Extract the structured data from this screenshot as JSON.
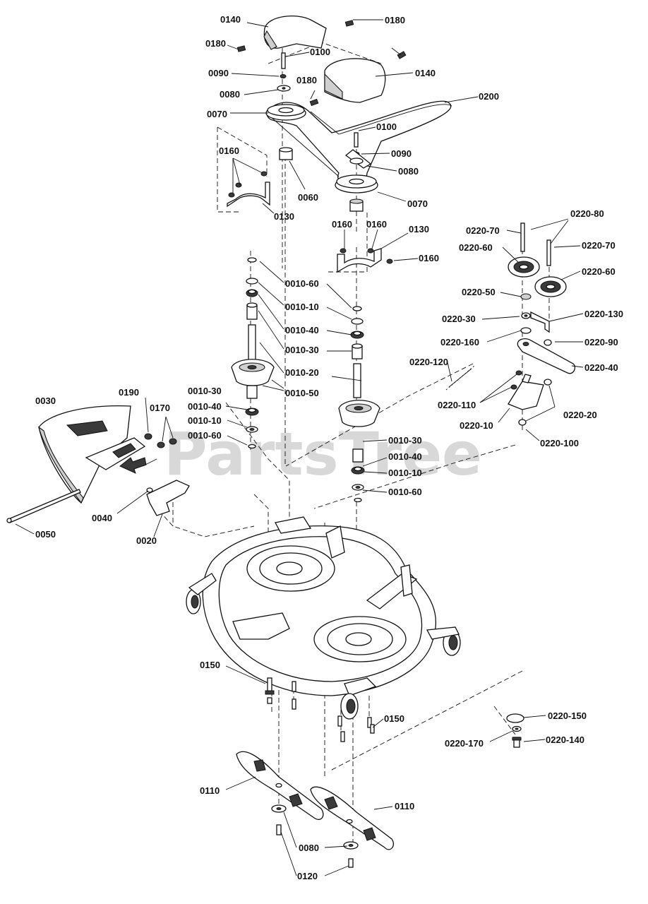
{
  "watermark": "PartsTree",
  "labels": [
    {
      "id": "l0140a",
      "text": "0140"
    },
    {
      "id": "l0180a",
      "text": "0180"
    },
    {
      "id": "l0180b",
      "text": "0180"
    },
    {
      "id": "l0100a",
      "text": "0100"
    },
    {
      "id": "l0090a",
      "text": "0090"
    },
    {
      "id": "l0180c",
      "text": "0180"
    },
    {
      "id": "l0140b",
      "text": "0140"
    },
    {
      "id": "l0080a",
      "text": "0080"
    },
    {
      "id": "l0070a",
      "text": "0070"
    },
    {
      "id": "l0200",
      "text": "0200"
    },
    {
      "id": "l0100b",
      "text": "0100"
    },
    {
      "id": "l0160a",
      "text": "0160"
    },
    {
      "id": "l0090b",
      "text": "0090"
    },
    {
      "id": "l0080b",
      "text": "0080"
    },
    {
      "id": "l0060",
      "text": "0060"
    },
    {
      "id": "l0070b",
      "text": "0070"
    },
    {
      "id": "l0130a",
      "text": "0130"
    },
    {
      "id": "l0160b",
      "text": "0160"
    },
    {
      "id": "l0160c",
      "text": "0160"
    },
    {
      "id": "l0130b",
      "text": "0130"
    },
    {
      "id": "l0160d",
      "text": "0160"
    },
    {
      "id": "l0220_80",
      "text": "0220-80"
    },
    {
      "id": "l0220_70a",
      "text": "0220-70"
    },
    {
      "id": "l0220_60a",
      "text": "0220-60"
    },
    {
      "id": "l0220_70b",
      "text": "0220-70"
    },
    {
      "id": "l0220_60b",
      "text": "0220-60"
    },
    {
      "id": "l0220_50",
      "text": "0220-50"
    },
    {
      "id": "l0010_60a",
      "text": "0010-60"
    },
    {
      "id": "l0010_10a",
      "text": "0010-10"
    },
    {
      "id": "l0010_40a",
      "text": "0010-40"
    },
    {
      "id": "l0010_30a",
      "text": "0010-30"
    },
    {
      "id": "l0220_30",
      "text": "0220-30"
    },
    {
      "id": "l0220_130",
      "text": "0220-130"
    },
    {
      "id": "l0220_160",
      "text": "0220-160"
    },
    {
      "id": "l0220_90",
      "text": "0220-90"
    },
    {
      "id": "l0220_120",
      "text": "0220-120"
    },
    {
      "id": "l0010_20",
      "text": "0010-20"
    },
    {
      "id": "l0220_40",
      "text": "0220-40"
    },
    {
      "id": "l0030",
      "text": "0030"
    },
    {
      "id": "l0190",
      "text": "0190"
    },
    {
      "id": "l0010_30b",
      "text": "0010-30"
    },
    {
      "id": "l0010_50",
      "text": "0010-50"
    },
    {
      "id": "l0220_110",
      "text": "0220-110"
    },
    {
      "id": "l0170",
      "text": "0170"
    },
    {
      "id": "l0010_40b",
      "text": "0010-40"
    },
    {
      "id": "l0220_10",
      "text": "0220-10"
    },
    {
      "id": "l0220_20",
      "text": "0220-20"
    },
    {
      "id": "l0010_10b",
      "text": "0010-10"
    },
    {
      "id": "l0220_100",
      "text": "0220-100"
    },
    {
      "id": "l0010_60b",
      "text": "0010-60"
    },
    {
      "id": "l0010_30c",
      "text": "0010-30"
    },
    {
      "id": "l0010_40c",
      "text": "0010-40"
    },
    {
      "id": "l0010_10c",
      "text": "0010-10"
    },
    {
      "id": "l0010_60c",
      "text": "0010-60"
    },
    {
      "id": "l0040",
      "text": "0040"
    },
    {
      "id": "l0050",
      "text": "0050"
    },
    {
      "id": "l0020",
      "text": "0020"
    },
    {
      "id": "l0150a",
      "text": "0150"
    },
    {
      "id": "l0150b",
      "text": "0150"
    },
    {
      "id": "l0220_150",
      "text": "0220-150"
    },
    {
      "id": "l0220_170",
      "text": "0220-170"
    },
    {
      "id": "l0220_140",
      "text": "0220-140"
    },
    {
      "id": "l0110a",
      "text": "0110"
    },
    {
      "id": "l0110b",
      "text": "0110"
    },
    {
      "id": "l0080c",
      "text": "0080"
    },
    {
      "id": "l0120",
      "text": "0120"
    }
  ]
}
